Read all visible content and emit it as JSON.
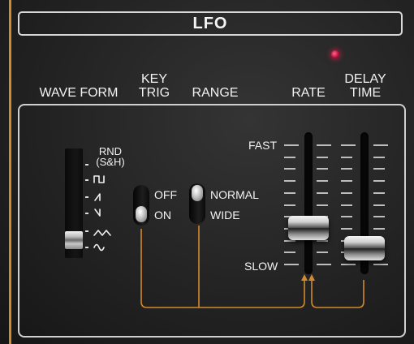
{
  "module": {
    "title": "LFO",
    "accent_color": "#d18a2c",
    "led_color": "#e0245a"
  },
  "headers": {
    "wave_form": "WAVE FORM",
    "key_trig": "KEY\nTRIG",
    "range": "RANGE",
    "rate": "RATE",
    "delay_time": "DELAY\nTIME"
  },
  "wave_form": {
    "options": [
      "RND\n(S&H)",
      "square-wave-icon",
      "sawtooth-up-icon",
      "sawtooth-down-icon",
      "triangle-wave-icon",
      "sine-wave-icon"
    ],
    "rnd_label": "RND\n(S&H)",
    "selected": "triangle-wave-icon"
  },
  "key_trig": {
    "off_label": "OFF",
    "on_label": "ON",
    "value": "ON"
  },
  "range": {
    "normal_label": "NORMAL",
    "wide_label": "WIDE",
    "value": "NORMAL"
  },
  "rate": {
    "fast_label": "FAST",
    "slow_label": "SLOW",
    "value": 0.28
  },
  "delay_time": {
    "value": 0.1
  }
}
